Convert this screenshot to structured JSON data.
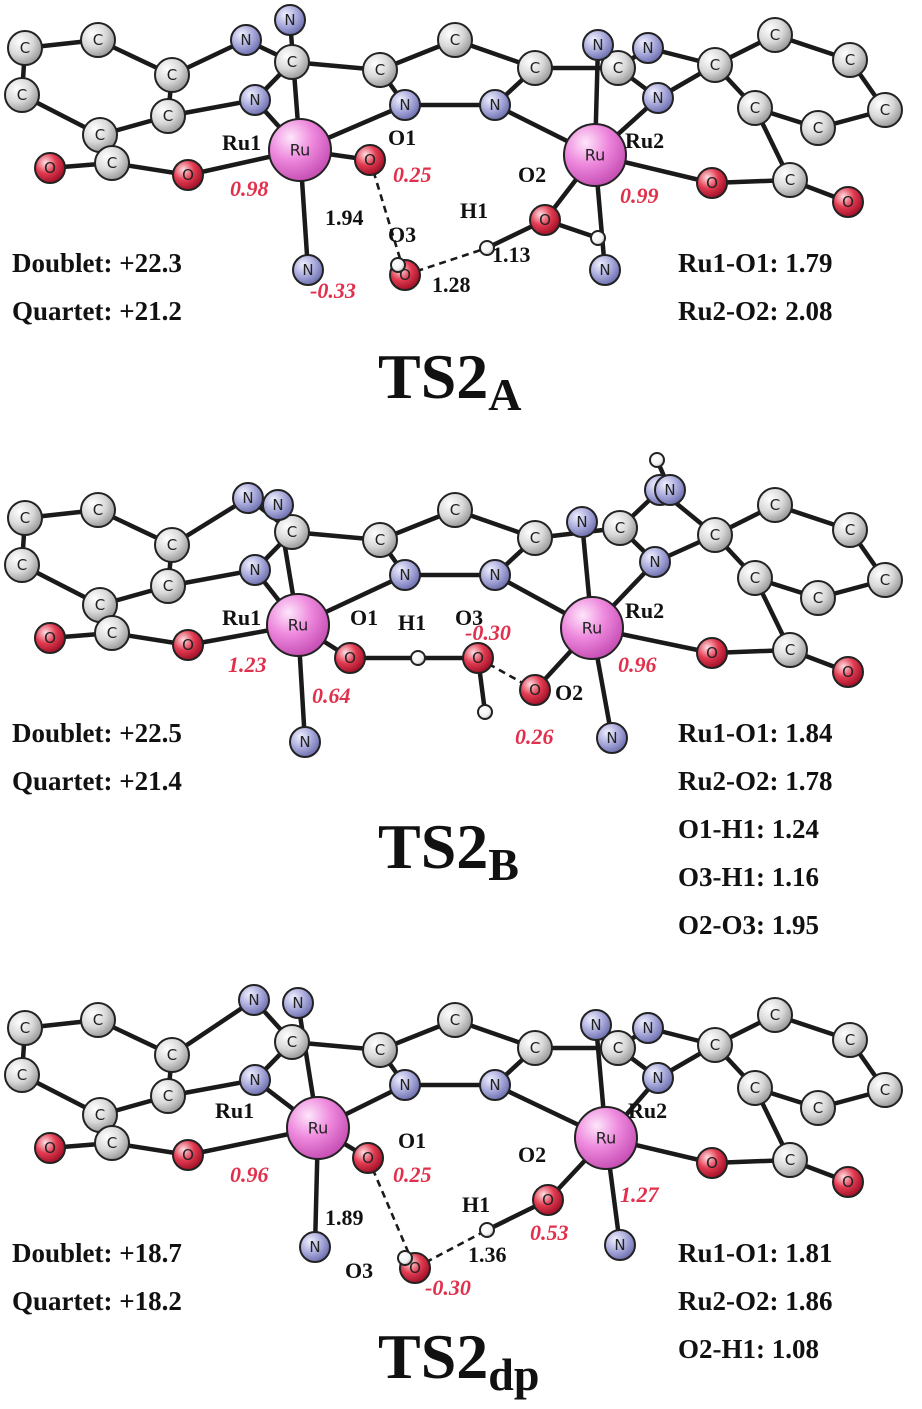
{
  "atom_symbols": {
    "carbon": "C",
    "nitrogen": "N",
    "oxygen": "O",
    "ruthenium": "Ru"
  },
  "colors": {
    "carbon": "#d9d9d9",
    "nitrogen": "#a9aadb",
    "oxygen": "#e23c52",
    "hydrogen": "#ffffff",
    "ruthenium": "#ee88dd",
    "spin": "#e0304c",
    "bond": "#1a1a1a"
  },
  "panels": [
    {
      "title_main": "TS2",
      "title_sub": "A",
      "labels": {
        "ru1": "Ru1",
        "ru2": "Ru2",
        "o1": "O1",
        "o2": "O2",
        "o3": "O3",
        "h1": "H1"
      },
      "bond_lengths": [
        "1.94",
        "1.28",
        "1.13"
      ],
      "spin_densities": [
        "0.98",
        "0.25",
        "0.99",
        "-0.33"
      ],
      "energies": [
        "Doublet: +22.3",
        "Quartet: +21.2"
      ],
      "distances": [
        "Ru1-O1: 1.79",
        "Ru2-O2: 2.08"
      ]
    },
    {
      "title_main": "TS2",
      "title_sub": "B",
      "labels": {
        "ru1": "Ru1",
        "ru2": "Ru2",
        "o1": "O1",
        "o2": "O2",
        "o3": "O3",
        "h1": "H1"
      },
      "bond_lengths": [],
      "spin_densities": [
        "1.23",
        "0.64",
        "-0.30",
        "0.96",
        "0.26"
      ],
      "energies": [
        "Doublet: +22.5",
        "Quartet: +21.4"
      ],
      "distances": [
        "Ru1-O1: 1.84",
        "Ru2-O2: 1.78",
        "O1-H1: 1.24",
        "O3-H1: 1.16",
        "O2-O3: 1.95"
      ]
    },
    {
      "title_main": "TS2",
      "title_sub": "dp",
      "labels": {
        "ru1": "Ru1",
        "ru2": "Ru2",
        "o1": "O1",
        "o2": "O2",
        "o3": "O3",
        "h1": "H1"
      },
      "bond_lengths": [
        "1.89",
        "1.36"
      ],
      "spin_densities": [
        "0.96",
        "0.25",
        "1.27",
        "0.53",
        "-0.30"
      ],
      "energies": [
        "Doublet: +18.7",
        "Quartet: +18.2"
      ],
      "distances": [
        "Ru1-O1: 1.81",
        "Ru2-O2: 1.86",
        "O2-H1: 1.08"
      ]
    }
  ]
}
